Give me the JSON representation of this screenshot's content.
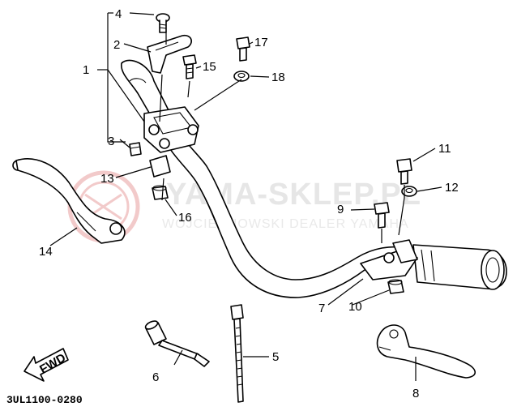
{
  "watermark": {
    "title": "YAMA-SKLEP.PL",
    "subtitle": "WOJCIECHOWSKI DEALER YAMAHA",
    "logo_color": "#e8a0a0"
  },
  "diagram_code": "3UL1100-0280",
  "fwd_label": "FWD",
  "callouts": [
    {
      "id": "c1",
      "text": "1"
    },
    {
      "id": "c2",
      "text": "2"
    },
    {
      "id": "c3",
      "text": "3"
    },
    {
      "id": "c4",
      "text": "4"
    },
    {
      "id": "c5",
      "text": "5"
    },
    {
      "id": "c6",
      "text": "6"
    },
    {
      "id": "c7",
      "text": "7"
    },
    {
      "id": "c8",
      "text": "8"
    },
    {
      "id": "c9",
      "text": "9"
    },
    {
      "id": "c10",
      "text": "10"
    },
    {
      "id": "c11",
      "text": "11"
    },
    {
      "id": "c12",
      "text": "12"
    },
    {
      "id": "c13",
      "text": "13"
    },
    {
      "id": "c14",
      "text": "14"
    },
    {
      "id": "c15",
      "text": "15"
    },
    {
      "id": "c16",
      "text": "16"
    },
    {
      "id": "c17",
      "text": "17"
    },
    {
      "id": "c18",
      "text": "18"
    }
  ]
}
